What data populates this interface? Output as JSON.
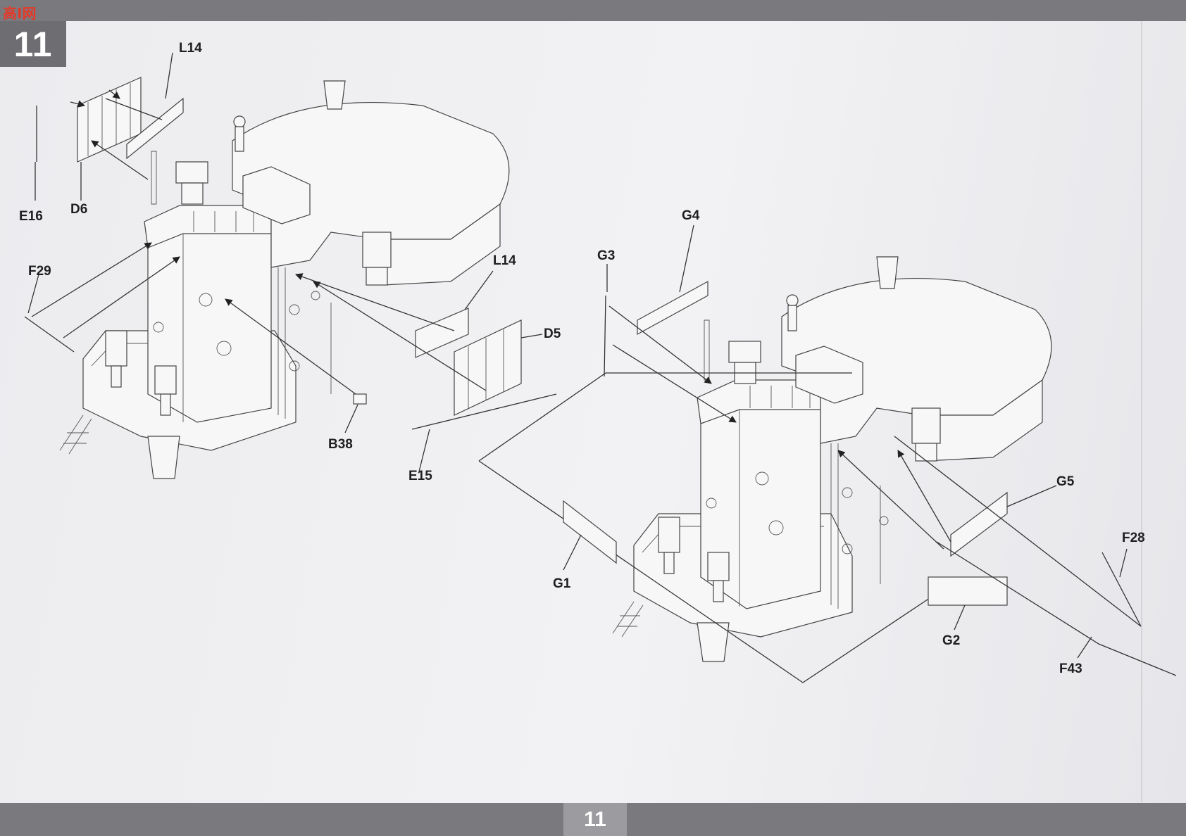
{
  "header": {
    "step_number": "11",
    "watermark": "高I网"
  },
  "footer": {
    "page_number": "11"
  },
  "parts": {
    "left": {
      "L14_top": "L14",
      "E16": "E16",
      "D6": "D6",
      "F29": "F29",
      "L14_mid": "L14",
      "D5": "D5",
      "B38": "B38",
      "E15": "E15"
    },
    "right": {
      "G4": "G4",
      "G3": "G3",
      "G5": "G5",
      "F28": "F28",
      "G1": "G1",
      "G2": "G2",
      "F43": "F43"
    }
  },
  "colors": {
    "bar": "#7a7a7e",
    "step_box": "#6e6e72",
    "paper": "#ececef",
    "ink": "#333333"
  }
}
